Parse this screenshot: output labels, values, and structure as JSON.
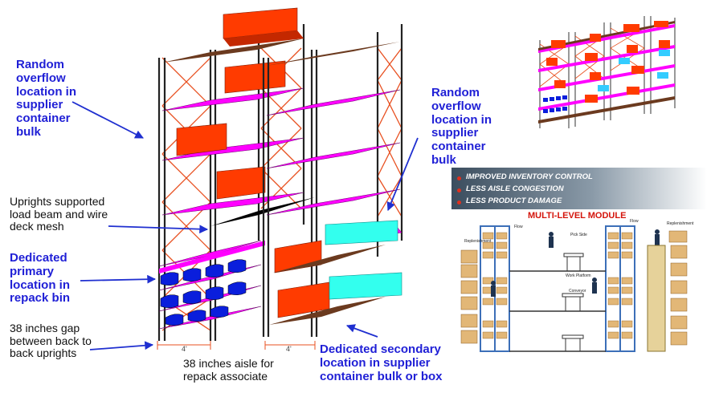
{
  "labels": {
    "random_overflow_left": [
      "Random",
      "overflow",
      "location in",
      "supplier",
      "container",
      "bulk"
    ],
    "random_overflow_right": [
      "Random",
      "overflow",
      "location in",
      "supplier",
      "container",
      "bulk"
    ],
    "uprights_supported": [
      "Uprights supported",
      "load beam and wire",
      "deck mesh"
    ],
    "dedicated_primary": [
      "Dedicated",
      "primary",
      "location in",
      "repack bin"
    ],
    "gap_back_uprights": [
      "38 inches gap",
      "between back to",
      "back uprights"
    ],
    "aisle_repack": [
      "38 inches aisle for",
      "repack associate"
    ],
    "dedicated_secondary": [
      "Dedicated secondary",
      "location in supplier",
      "container bulk or box"
    ]
  },
  "dimensions": {
    "left_width": "4'",
    "right_width": "4'"
  },
  "inset_banner": {
    "items": [
      "IMPROVED INVENTORY CONTROL",
      "LESS AISLE CONGESTION",
      "LESS PRODUCT DAMAGE"
    ]
  },
  "multi_level_module": {
    "title": "MULTI-LEVEL MODULE",
    "tiny_labels": {
      "replenishment_left": "Replenishment",
      "replenishment_right": "Replenishment",
      "flow_left": "Flow",
      "flow_right": "Flow",
      "pick_side": "Pick Side",
      "work_platform": "Work Platform",
      "conveyor": "Conveyor"
    }
  },
  "colors": {
    "label_blue": "#1f1fd6",
    "shelf_magenta": "#ff00ff",
    "shelf_brown": "#6b3a1f",
    "box_red": "#ff3b00",
    "box_cyan": "#33ffee",
    "bin_blue": "#0a1edc",
    "brace_orange": "#e85020",
    "arrow_blue": "#1f2fd0",
    "banner_dot": "#e0301e",
    "module_title": "#d4140b"
  }
}
